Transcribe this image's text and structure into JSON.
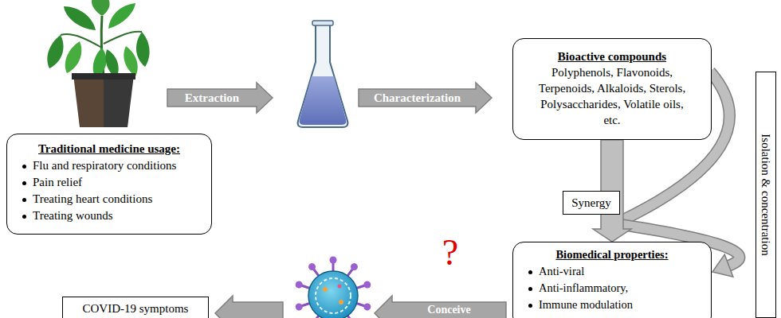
{
  "diagram": {
    "nodes": [
      {
        "text": [
          "Traditional medicine usage:",
          "Flu and respiratory conditions",
          "Pain relief",
          "Treating heart conditions",
          "Treating wounds"
        ]
      },
      {
        "text": [
          "Bioactive compounds",
          "Polyphenols, Flavonoids, Terpenoids, Alkaloids, Sterols, Polysaccharides, Volatile oils, etc."
        ]
      },
      {
        "text": [
          "Synergy"
        ]
      },
      {
        "text": [
          "Biomedical properties:",
          "Anti-viral",
          "Anti-inflammatory,",
          "Immune modulation"
        ]
      },
      {
        "text": [
          "COVID-19 symptoms"
        ]
      }
    ],
    "edges": [
      {
        "from": 1,
        "to": 2,
        "arrow": "none"
      },
      {
        "from": 2,
        "to": 3,
        "arrow": "to"
      },
      {
        "from": 1,
        "to": 3,
        "arrow": "to",
        "label": "Isolation & concentration"
      }
    ],
    "labels": [
      "Extraction",
      "Characterization",
      "?",
      "Conceive"
    ]
  }
}
